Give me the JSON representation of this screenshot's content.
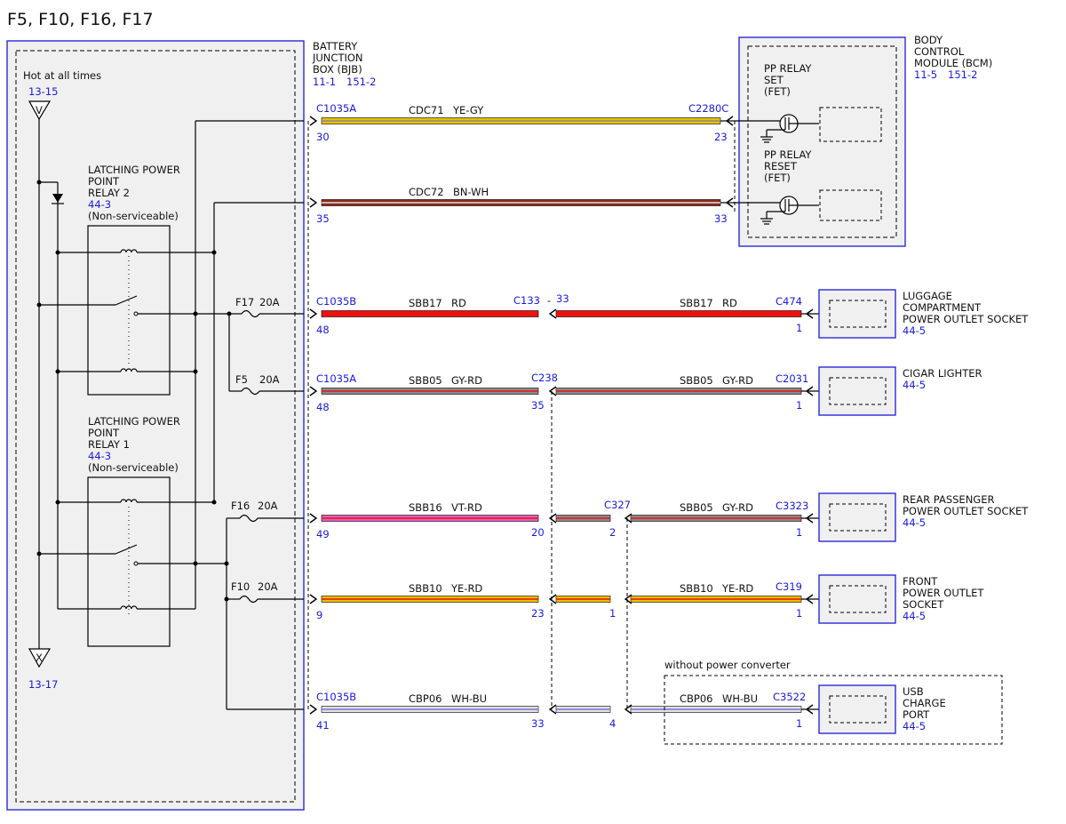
{
  "title": "F5, F10, F16, F17",
  "hot_label": "Hot at all times",
  "ref_top": "13-15",
  "ref_bottom": "13-17",
  "symbol_top": "V",
  "symbol_bottom": "X",
  "relay2": {
    "l1": "LATCHING POWER",
    "l2": "POINT",
    "l3": "RELAY 2",
    "ref": "44-3",
    "note": "(Non-serviceable)"
  },
  "relay1": {
    "l1": "LATCHING POWER",
    "l2": "POINT",
    "l3": "RELAY 1",
    "ref": "44-3",
    "note": "(Non-serviceable)"
  },
  "bjb": {
    "l1": "BATTERY",
    "l2": "JUNCTION",
    "l3": "BOX (BJB)",
    "ref1": "11-1",
    "ref2": "151-2"
  },
  "bcm": {
    "l1": "BODY",
    "l2": "CONTROL",
    "l3": "MODULE (BCM)",
    "ref1": "11-5",
    "ref2": "151-2",
    "set1": "PP RELAY",
    "set2": "SET",
    "set3": "(FET)",
    "rst1": "PP RELAY",
    "rst2": "RESET",
    "rst3": "(FET)"
  },
  "fuses": [
    {
      "name": "F17",
      "rating": "20A"
    },
    {
      "name": "F5",
      "rating": "20A"
    },
    {
      "name": "F16",
      "rating": "20A"
    },
    {
      "name": "F10",
      "rating": "20A"
    }
  ],
  "colors": {
    "ye": "#e8c000",
    "gy": "#8a8a8a",
    "bn": "#8b2a1a",
    "wh": "#e0e0e0",
    "rd": "#ee1111",
    "vt": "#e060c0",
    "bu": "#7777dd",
    "blue_text": "#1a1adc"
  },
  "wires": [
    {
      "conn_l": "C1035A",
      "pin_l": "30",
      "circuit": "CDC71",
      "color": "YE-GY",
      "conn_r": "C2280C",
      "pin_r": "23"
    },
    {
      "conn_l": "",
      "pin_l": "35",
      "circuit": "CDC72",
      "color": "BN-WH",
      "conn_r": "",
      "pin_r": "33"
    },
    {
      "conn_l": "C1035B",
      "pin_l": "48",
      "circuit": "SBB17",
      "color": "RD",
      "mid_conn": "C133",
      "mid_pin": "33",
      "circuit2": "SBB17",
      "color2": "RD",
      "conn_r": "C474",
      "pin_r": "1"
    },
    {
      "conn_l": "C1035A",
      "pin_l": "48",
      "circuit": "SBB05",
      "color": "GY-RD",
      "mid_conn": "C238",
      "mid_pin": "35",
      "circuit2": "SBB05",
      "color2": "GY-RD",
      "conn_r": "C2031",
      "pin_r": "1"
    },
    {
      "conn_l": "",
      "pin_l": "49",
      "circuit": "SBB16",
      "color": "VT-RD",
      "mid_pin": "20",
      "mid2_conn": "C327",
      "mid2_pin": "2",
      "circuit2": "SBB05",
      "color2": "GY-RD",
      "conn_r": "C3323",
      "pin_r": "1"
    },
    {
      "conn_l": "",
      "pin_l": "9",
      "circuit": "SBB10",
      "color": "YE-RD",
      "mid_pin": "23",
      "mid2_pin": "1",
      "circuit2": "SBB10",
      "color2": "YE-RD",
      "conn_r": "C319",
      "pin_r": "1"
    },
    {
      "conn_l": "C1035B",
      "pin_l": "41",
      "circuit": "CBP06",
      "color": "WH-BU",
      "mid_pin": "33",
      "mid2_pin": "4",
      "circuit2": "CBP06",
      "color2": "WH-BU",
      "conn_r": "C3522",
      "pin_r": "1"
    }
  ],
  "loads": [
    {
      "l1": "LUGGAGE",
      "l2": "COMPARTMENT",
      "l3": "POWER OUTLET SOCKET",
      "ref": "44-5"
    },
    {
      "l1": "CIGAR LIGHTER",
      "l2": "",
      "l3": "",
      "ref": "44-5"
    },
    {
      "l1": "REAR PASSENGER",
      "l2": "POWER OUTLET SOCKET",
      "l3": "",
      "ref": "44-5"
    },
    {
      "l1": "FRONT",
      "l2": "POWER OUTLET",
      "l3": "SOCKET",
      "ref": "44-5"
    },
    {
      "l1": "USB",
      "l2": "CHARGE",
      "l3": "PORT",
      "ref": "44-5"
    }
  ],
  "option_label": "without power converter"
}
